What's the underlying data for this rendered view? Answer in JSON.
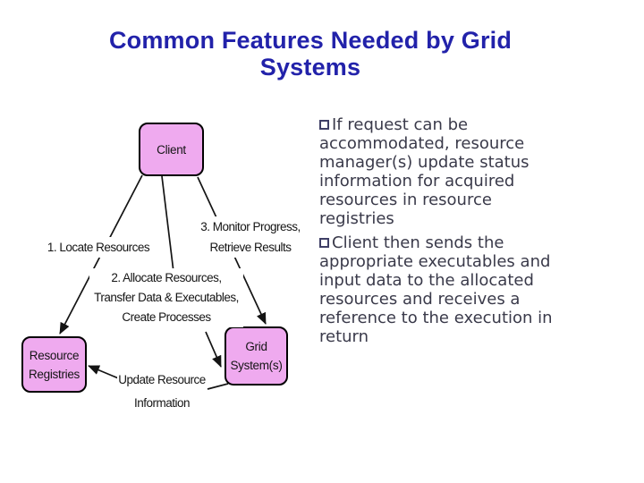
{
  "title": {
    "lines": [
      "Common Features Needed by Grid",
      "Systems"
    ],
    "color": "#2222AA"
  },
  "bullets": [
    {
      "marker": "hollow-square-bullet",
      "lines": [
        "If request can be",
        "accommodated, resource",
        "manager(s) update status",
        "information for acquired",
        "resources in resource",
        "registries"
      ]
    },
    {
      "marker": "hollow-square-bullet",
      "lines": [
        "Client then sends the",
        "appropriate executables and",
        "input data to the allocated",
        "resources and receives a",
        "reference to the execution in",
        "return"
      ]
    }
  ],
  "diagram": {
    "nodes": {
      "client": {
        "lines": [
          "Client"
        ]
      },
      "registries": {
        "lines": [
          "Resource",
          "Registries"
        ]
      },
      "grid": {
        "lines": [
          "Grid",
          "System(s)"
        ]
      }
    },
    "edge_labels": {
      "locate": {
        "lines": [
          "1. Locate Resources"
        ]
      },
      "allocate": {
        "lines": [
          "2. Allocate Resources,",
          "Transfer Data & Executables,",
          "Create Processes"
        ]
      },
      "monitor": {
        "lines": [
          "3. Monitor Progress,",
          "Retrieve Results"
        ]
      },
      "update": {
        "lines": [
          "Update Resource",
          "Information"
        ]
      }
    },
    "colors": {
      "node_fill": "#EFAAEF",
      "node_border": "#000000",
      "arrow_line": "#141414",
      "title_blue": "#2222AA",
      "body_text": "#3A3A4A"
    }
  }
}
